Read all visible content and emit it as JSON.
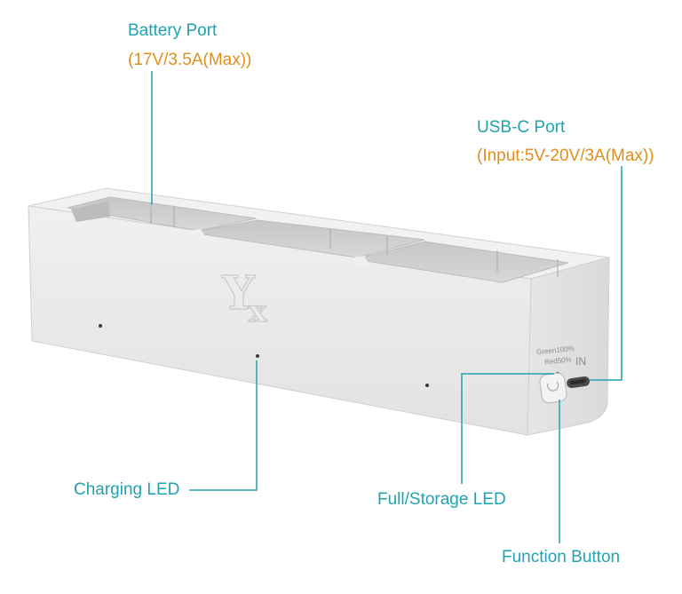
{
  "labels": {
    "battery_port": {
      "title": "Battery Port",
      "spec": "(17V/3.5A(Max))"
    },
    "usbc_port": {
      "title": "USB-C Port",
      "spec": "(Input:5V-20V/3A(Max))"
    },
    "charging_led": "Charging LED",
    "full_storage_led": "Full/Storage LED",
    "function_button": "Function Button"
  },
  "device_markings": {
    "logo": "YX",
    "led_legend_green": "Green100%",
    "led_legend_red": "Red50%",
    "port_label": "IN"
  },
  "colors": {
    "callout_line": "#1fa3b0",
    "label_text": "#1fa3b0",
    "spec_text": "#e08e1c",
    "device_body": "#e9e9e9"
  }
}
